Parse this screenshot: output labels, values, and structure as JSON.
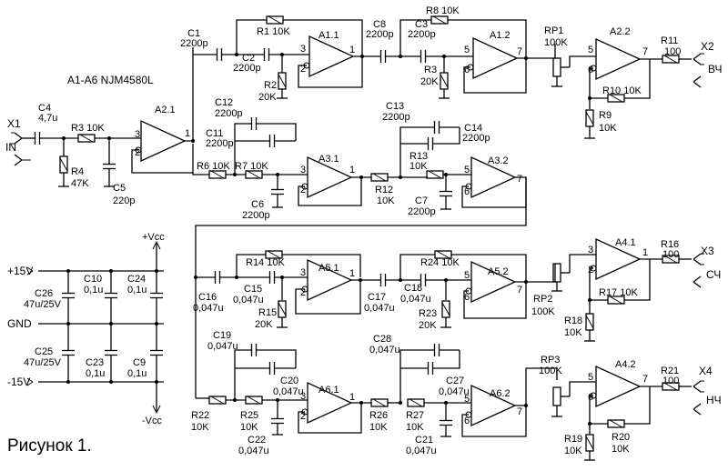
{
  "header": {
    "ic_note": "A1-A6 NJM4580L"
  },
  "caption": "Рисунок 1.",
  "supply": {
    "plus15": "+15V",
    "gnd": "GND",
    "minus15": "-15V",
    "plus_vcc": "+Vcc",
    "minus_vcc": "-Vcc"
  },
  "ports": {
    "x1": "X1",
    "in": "IN",
    "x2": "X2",
    "hf": "ВЧ",
    "x3": "X3",
    "mf": "СЧ",
    "x4": "X4",
    "lf": "НЧ"
  },
  "opamps": {
    "a11": "A1.1",
    "a12": "A1.2",
    "a21": "A2.1",
    "a22": "A2.2",
    "a31": "A3.1",
    "a32": "A3.2",
    "a41": "A4.1",
    "a42": "A4.2",
    "a51": "A5.1",
    "a52": "A5.2",
    "a61": "A6.1",
    "a62": "A6.2"
  },
  "pins": {
    "p1": "1",
    "p2": "2",
    "p3": "3",
    "p5": "5",
    "p6": "6",
    "p7": "7"
  },
  "components": {
    "c1": "C1",
    "c1v": "2200p",
    "c2": "C2",
    "c2v": "2200p",
    "c3": "C3",
    "c3v": "2200p",
    "c4": "C4",
    "c4v": "4,7u",
    "c5": "C5",
    "c5v": "220p",
    "c6": "C6",
    "c6v": "2200p",
    "c7": "C7",
    "c7v": "2200p",
    "c8": "C8",
    "c8v": "2200p",
    "c9": "C9",
    "c9v": "0,1u",
    "c10": "C10",
    "c10v": "0,1u",
    "c11": "C11",
    "c11v": "2200p",
    "c12": "C12",
    "c12v": "2200p",
    "c13": "C13",
    "c13v": "2200p",
    "c14": "C14",
    "c14v": "2200p",
    "c15": "C15",
    "c15v": "0,047u",
    "c16": "C16",
    "c16v": "0,047u",
    "c17": "C17",
    "c17v": "0,047u",
    "c18": "C18",
    "c18v": "0,047u",
    "c19": "C19",
    "c19v": "0,047u",
    "c20": "C20",
    "c20v": "0,047u",
    "c21": "C21",
    "c21v": "0,047u",
    "c22": "C22",
    "c22v": "0,047u",
    "c23": "C23",
    "c23v": "0,1u",
    "c24": "C24",
    "c24v": "0,1u",
    "c25": "C25",
    "c25v": "47u/25V",
    "c26": "C26",
    "c26v": "47u/25V",
    "c27": "C27",
    "c27v": "0,047u",
    "c28": "C28",
    "c28v": "0,047u",
    "r1": "R1 10K",
    "r2": "R2",
    "r2v": "20K",
    "r3": "R3 10K",
    "r4": "R4",
    "r4v": "47K",
    "r5": "R8 10K",
    "r3b": "R3",
    "r3bv": "20K",
    "r6": "R6 10K",
    "r7": "R7 10K",
    "r9": "R9",
    "r9v": "10K",
    "r10": "R10 10K",
    "r11": "R11",
    "r11v": "100",
    "r12": "R12",
    "r12v": "10K",
    "r13": "R13",
    "r13v": "10K",
    "r14": "R14 10K",
    "r15": "R15",
    "r15v": "20K",
    "r16": "R16",
    "r16v": "100",
    "r17": "R17 10K",
    "r18": "R18",
    "r18v": "10K",
    "r19": "R19",
    "r19v": "10K",
    "r20": "R20",
    "r20v": "10K",
    "r21": "R21",
    "r21v": "100",
    "r22": "R22",
    "r22v": "10K",
    "r23": "R23",
    "r23v": "20K",
    "r24": "R24 10K",
    "r25": "R25",
    "r25v": "10K",
    "r26": "R26",
    "r26v": "10K",
    "r27": "R27",
    "r27v": "10K",
    "rp1": "RP1",
    "rp1v": "100K",
    "rp2": "RP2",
    "rp2v": "100K",
    "rp3": "RP3",
    "rp3v": "100K"
  }
}
